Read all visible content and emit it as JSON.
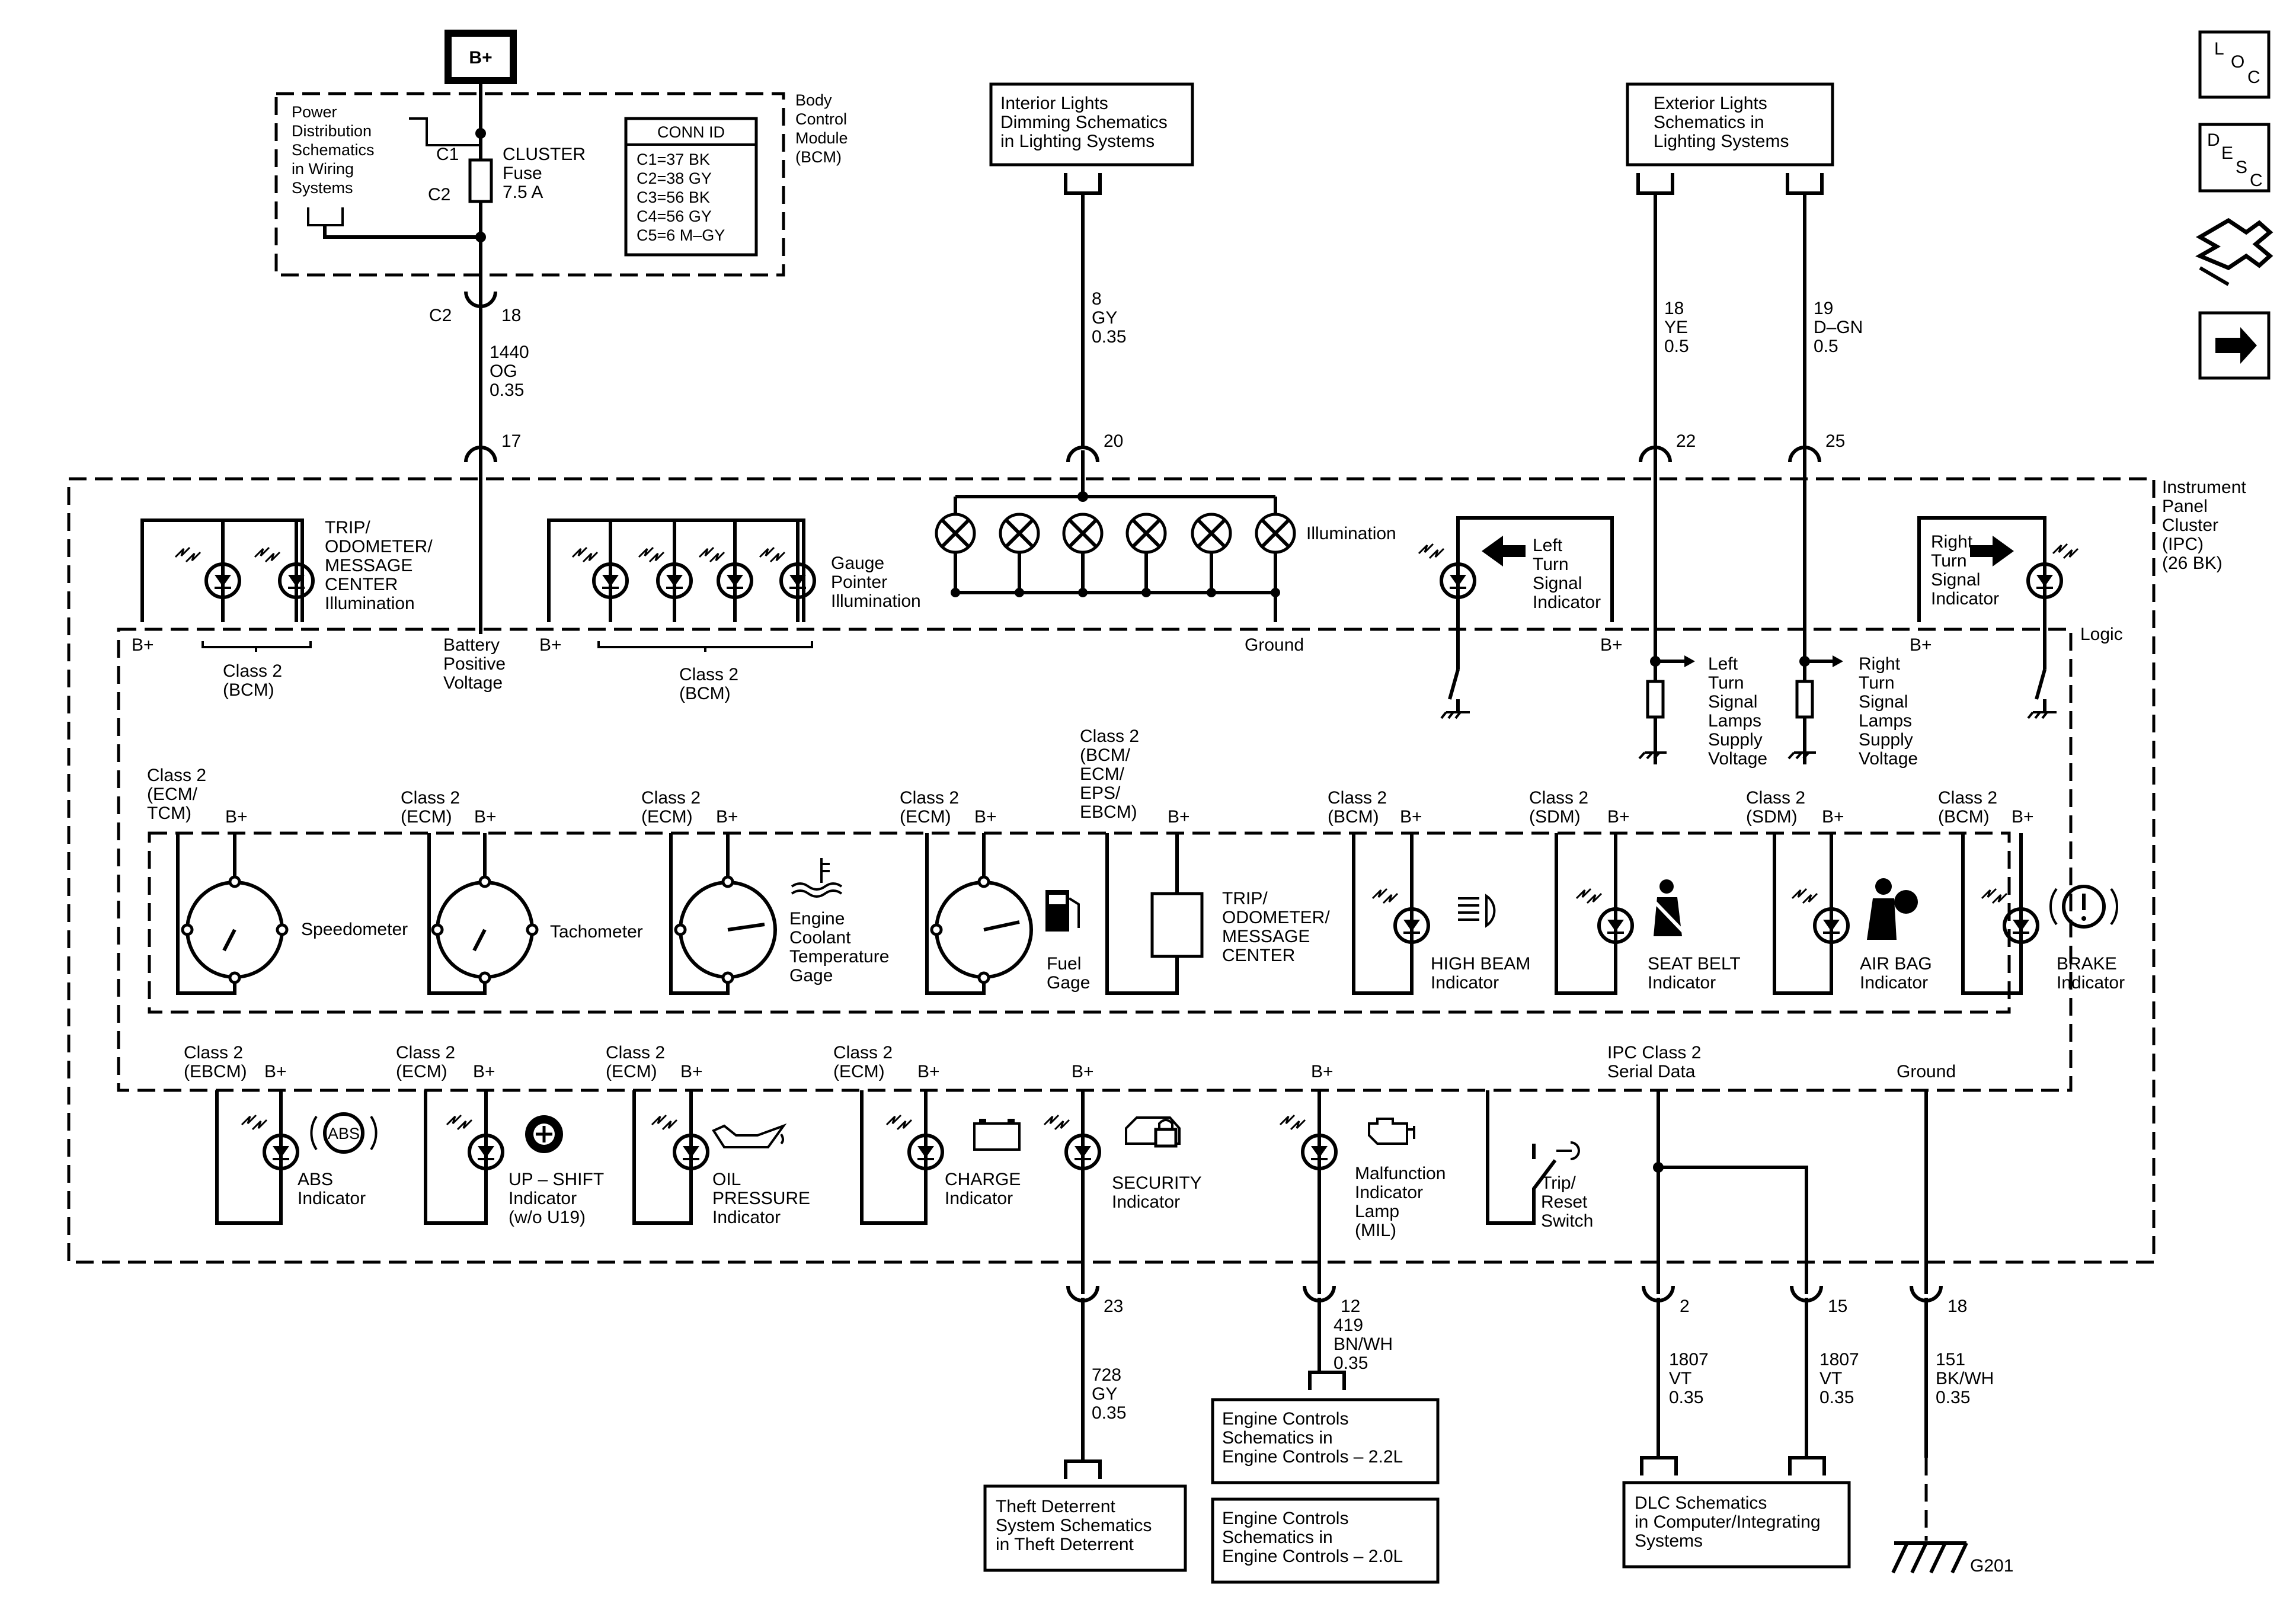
{
  "top": {
    "bplus_box": "B+",
    "bcm_label": [
      "Body",
      "Control",
      "Module",
      "(BCM)"
    ],
    "power_dist": [
      "Power",
      "Distribution",
      "Schematics",
      "in Wiring",
      "Systems"
    ],
    "c1": "C1",
    "c2": "C2",
    "fuse": [
      "CLUSTER",
      "Fuse",
      "7.5 A"
    ],
    "conn_id": {
      "title": "CONN ID",
      "rows": [
        "C1=37 BK",
        "C2=38 GY",
        "C3=56 BK",
        "C4=56 GY",
        "C5=6 M–GY"
      ]
    },
    "bcm_conn_c2": "C2",
    "bcm_pin": "18",
    "wire_1440": [
      "1440",
      "OG",
      "0.35"
    ],
    "ipc_pin_17": "17",
    "interior_box": [
      "Interior Lights",
      "Dimming Schematics",
      "in Lighting Systems"
    ],
    "wire_8": [
      "8",
      "GY",
      "0.35"
    ],
    "ipc_pin_20": "20",
    "exterior_box": [
      "Exterior Lights",
      "Schematics in",
      "Lighting Systems"
    ],
    "wire_18": [
      "18",
      "YE",
      "0.5"
    ],
    "wire_19": [
      "19",
      "D–GN",
      "0.5"
    ],
    "ipc_pin_22": "22",
    "ipc_pin_25": "25"
  },
  "icons": {
    "loc": [
      "L",
      "O",
      "C"
    ],
    "desc": [
      "D",
      "E",
      "S",
      "C"
    ]
  },
  "ipc": {
    "label": [
      "Instrument",
      "Panel",
      "Cluster",
      "(IPC)",
      "(26 BK)"
    ],
    "logic": "Logic",
    "trip_illum": [
      "TRIP/",
      "ODOMETER/",
      "MESSAGE",
      "CENTER",
      "Illumination"
    ],
    "gauge_illum": [
      "Gauge",
      "Pointer",
      "Illumination"
    ],
    "illumination": "Illumination",
    "left_turn": [
      "Left",
      "Turn",
      "Signal",
      "Indicator"
    ],
    "right_turn": [
      "Right",
      "Turn",
      "Signal",
      "Indicator"
    ],
    "bplus": "B+",
    "class2_bcm": [
      "Class 2",
      "(BCM)"
    ],
    "battery": [
      "Battery",
      "Positive",
      "Voltage"
    ],
    "ground": "Ground",
    "left_supply": [
      "Left",
      "Turn",
      "Signal",
      "Lamps",
      "Supply",
      "Voltage"
    ],
    "right_supply": [
      "Right",
      "Turn",
      "Signal",
      "Lamps",
      "Supply",
      "Voltage"
    ]
  },
  "gauges": {
    "speedo": {
      "class": [
        "Class 2",
        "(ECM/",
        "TCM)"
      ],
      "label": [
        "Speedometer"
      ]
    },
    "tach": {
      "class": [
        "Class 2",
        "(ECM)"
      ],
      "label": [
        "Tachometer"
      ]
    },
    "coolant": {
      "class": [
        "Class 2",
        "(ECM)"
      ],
      "label": [
        "Engine",
        "Coolant",
        "Temperature",
        "Gage"
      ]
    },
    "fuel": {
      "class": [
        "Class 2",
        "(ECM)"
      ],
      "label": [
        "Fuel",
        "Gage"
      ]
    },
    "trip": {
      "class": [
        "Class 2",
        "(BCM/",
        "ECM/",
        "EPS/",
        "EBCM)"
      ],
      "label": [
        "TRIP/",
        "ODOMETER/",
        "MESSAGE",
        "CENTER"
      ]
    },
    "highbeam": {
      "class": [
        "Class 2",
        "(BCM)"
      ],
      "label": [
        "HIGH BEAM",
        "Indicator"
      ]
    },
    "seatbelt": {
      "class": [
        "Class 2",
        "(SDM)"
      ],
      "label": [
        "SEAT BELT",
        "Indicator"
      ]
    },
    "airbag": {
      "class": [
        "Class 2",
        "(SDM)"
      ],
      "label": [
        "AIR BAG",
        "Indicator"
      ]
    },
    "brake": {
      "class": [
        "Class 2",
        "(BCM)"
      ],
      "label": [
        "BRAKE",
        "Indicator"
      ]
    }
  },
  "lower": {
    "abs": {
      "class": [
        "Class 2",
        "(EBCM)"
      ],
      "label": [
        "ABS",
        "Indicator"
      ],
      "icon": "ABS"
    },
    "upshift": {
      "class": [
        "Class 2",
        "(ECM)"
      ],
      "label": [
        "UP – SHIFT",
        "Indicator",
        "(w/o U19)"
      ]
    },
    "oil": {
      "class": [
        "Class 2",
        "(ECM)"
      ],
      "label": [
        "OIL",
        "PRESSURE",
        "Indicator"
      ]
    },
    "charge": {
      "class": [
        "Class 2",
        "(ECM)"
      ],
      "label": [
        "CHARGE",
        "Indicator"
      ]
    },
    "security": {
      "label": [
        "SECURITY",
        "Indicator"
      ]
    },
    "mil": {
      "label": [
        "Malfunction",
        "Indicator",
        "Lamp",
        "(MIL)"
      ]
    },
    "trip_switch": [
      "Trip/",
      "Reset",
      "Switch"
    ],
    "serial": [
      "IPC Class 2",
      "Serial Data"
    ],
    "ground": "Ground"
  },
  "bottom": {
    "pin_23": "23",
    "wire_728": [
      "728",
      "GY",
      "0.35"
    ],
    "theft_box": [
      "Theft Deterrent",
      "System Schematics",
      "in Theft Deterrent"
    ],
    "pin_12": "12",
    "wire_419": [
      "419",
      "BN/WH",
      "0.35"
    ],
    "engine_22": [
      "Engine Controls",
      "Schematics in",
      "Engine Controls – 2.2L"
    ],
    "engine_20": [
      "Engine Controls",
      "Schematics in",
      "Engine Controls – 2.0L"
    ],
    "pin_2": "2",
    "wire_1807a": [
      "1807",
      "VT",
      "0.35"
    ],
    "pin_15": "15",
    "wire_1807b": [
      "1807",
      "VT",
      "0.35"
    ],
    "dlc_box": [
      "DLC Schematics",
      "in Computer/Integrating",
      "Systems"
    ],
    "pin_18": "18",
    "wire_151": [
      "151",
      "BK/WH",
      "0.35"
    ],
    "g201": "G201"
  }
}
